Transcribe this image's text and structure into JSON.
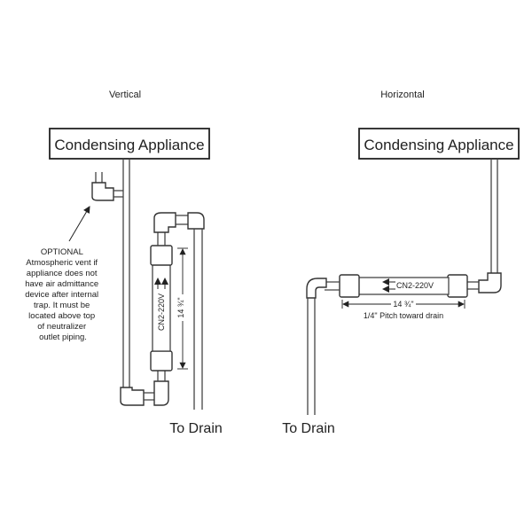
{
  "vertical": {
    "heading": "Vertical",
    "appliance_label": "Condensing Appliance",
    "optional_note": [
      "OPTIONAL",
      "Atmospheric vent if",
      "appliance does not",
      "have air admittance",
      "device after internal",
      "trap. It must be",
      "located above top",
      "of neutralizer",
      "outlet piping."
    ],
    "unit_label": "CN2-220V",
    "dimension_label": "14 ¾\"",
    "drain_label": "To Drain"
  },
  "horizontal": {
    "heading": "Horizontal",
    "appliance_label": "Condensing Appliance",
    "unit_label": "CN2-220V",
    "dimension_label": "14 ¾\"",
    "pitch_note": "1/4\" Pitch toward drain",
    "drain_label": "To Drain"
  }
}
